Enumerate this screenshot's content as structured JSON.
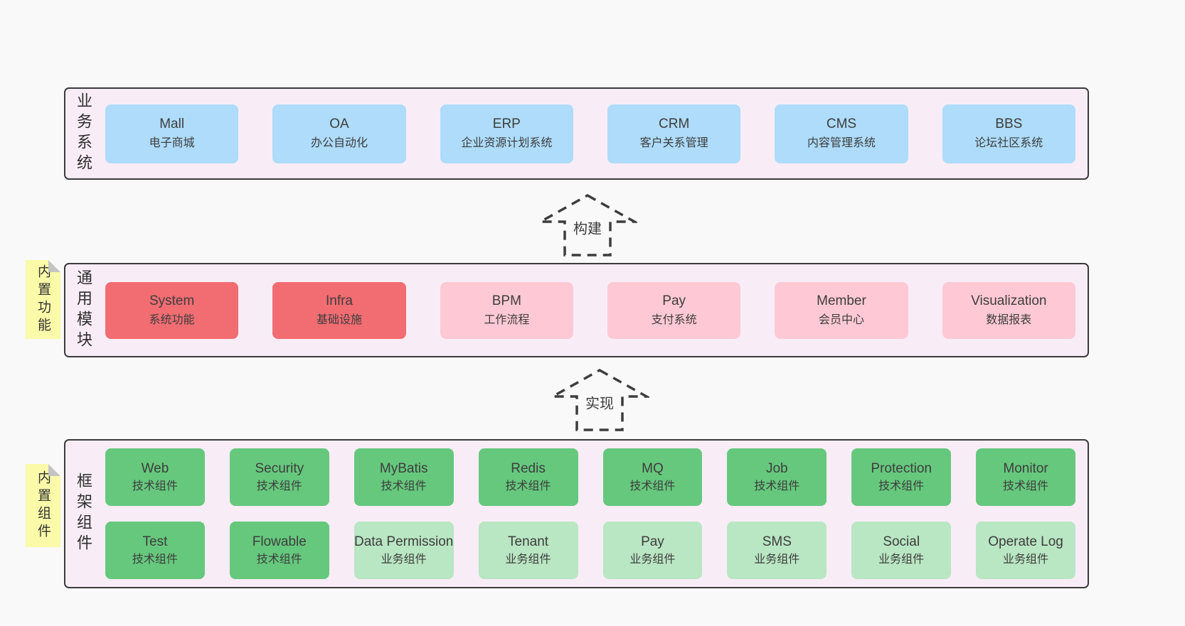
{
  "colors": {
    "page_bg": "#f9f9f9",
    "section_bg": "#f8edf6",
    "section_border": "#3b3b3b",
    "blue_box": "#aedcfa",
    "red_box": "#f16d72",
    "pink_box": "#fec9d4",
    "green_box": "#66c87d",
    "light_green_box": "#b9e6c3",
    "sticky_note": "#fafaa9",
    "sticky_fold": "#c4c4c4",
    "text": "#3d3d3d"
  },
  "arrows": {
    "build": "构建",
    "implement": "实现"
  },
  "sections": {
    "business": {
      "label": "业务系统",
      "boxes": [
        {
          "title": "Mall",
          "subtitle": "电子商城",
          "variant": "blue"
        },
        {
          "title": "OA",
          "subtitle": "办公自动化",
          "variant": "blue"
        },
        {
          "title": "ERP",
          "subtitle": "企业资源计划系统",
          "variant": "blue"
        },
        {
          "title": "CRM",
          "subtitle": "客户关系管理",
          "variant": "blue"
        },
        {
          "title": "CMS",
          "subtitle": "内容管理系统",
          "variant": "blue"
        },
        {
          "title": "BBS",
          "subtitle": "论坛社区系统",
          "variant": "blue"
        }
      ]
    },
    "modules": {
      "label": "通用模块",
      "sticky": "内置功能",
      "boxes": [
        {
          "title": "System",
          "subtitle": "系统功能",
          "variant": "red"
        },
        {
          "title": "Infra",
          "subtitle": "基础设施",
          "variant": "red"
        },
        {
          "title": "BPM",
          "subtitle": "工作流程",
          "variant": "pink"
        },
        {
          "title": "Pay",
          "subtitle": "支付系统",
          "variant": "pink"
        },
        {
          "title": "Member",
          "subtitle": "会员中心",
          "variant": "pink"
        },
        {
          "title": "Visualization",
          "subtitle": "数据报表",
          "variant": "pink"
        }
      ]
    },
    "framework": {
      "label": "框架组件",
      "sticky": "内置组件",
      "row1": [
        {
          "title": "Web",
          "subtitle": "技术组件",
          "variant": "green"
        },
        {
          "title": "Security",
          "subtitle": "技术组件",
          "variant": "green"
        },
        {
          "title": "MyBatis",
          "subtitle": "技术组件",
          "variant": "green"
        },
        {
          "title": "Redis",
          "subtitle": "技术组件",
          "variant": "green"
        },
        {
          "title": "MQ",
          "subtitle": "技术组件",
          "variant": "green"
        },
        {
          "title": "Job",
          "subtitle": "技术组件",
          "variant": "green"
        },
        {
          "title": "Protection",
          "subtitle": "技术组件",
          "variant": "green"
        },
        {
          "title": "Monitor",
          "subtitle": "技术组件",
          "variant": "green"
        }
      ],
      "row2": [
        {
          "title": "Test",
          "subtitle": "技术组件",
          "variant": "green"
        },
        {
          "title": "Flowable",
          "subtitle": "技术组件",
          "variant": "green"
        },
        {
          "title": "Data Permission",
          "subtitle": "业务组件",
          "variant": "lightgreen"
        },
        {
          "title": "Tenant",
          "subtitle": "业务组件",
          "variant": "lightgreen"
        },
        {
          "title": "Pay",
          "subtitle": "业务组件",
          "variant": "lightgreen"
        },
        {
          "title": "SMS",
          "subtitle": "业务组件",
          "variant": "lightgreen"
        },
        {
          "title": "Social",
          "subtitle": "业务组件",
          "variant": "lightgreen"
        },
        {
          "title": "Operate Log",
          "subtitle": "业务组件",
          "variant": "lightgreen"
        }
      ]
    }
  }
}
